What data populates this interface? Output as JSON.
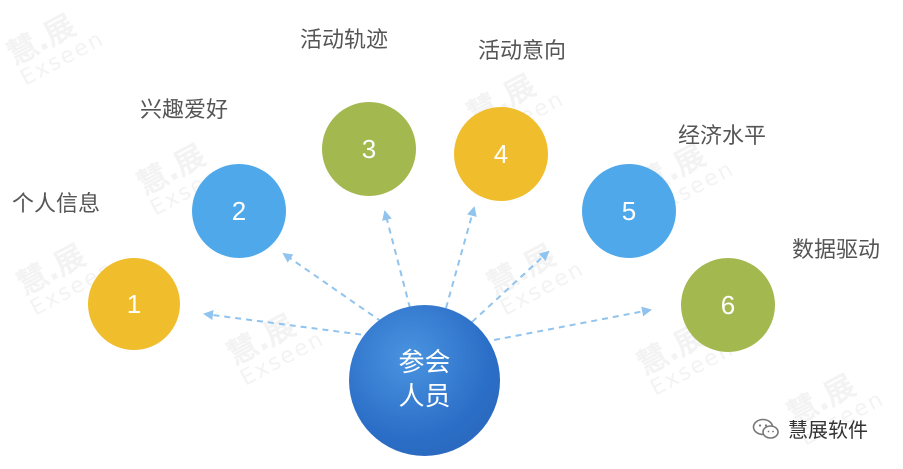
{
  "center": {
    "line1": "参会",
    "line2": "人员"
  },
  "nodes": [
    {
      "number": "1",
      "label": "个人信息",
      "color": "#f0bd2c"
    },
    {
      "number": "2",
      "label": "兴趣爱好",
      "color": "#4fa8ea"
    },
    {
      "number": "3",
      "label": "活动轨迹",
      "color": "#a3b84f"
    },
    {
      "number": "4",
      "label": "活动意向",
      "color": "#f0bd2c"
    },
    {
      "number": "5",
      "label": "经济水平",
      "color": "#4fa8ea"
    },
    {
      "number": "6",
      "label": "数据驱动",
      "color": "#a3b84f"
    }
  ],
  "watermark": {
    "cn": "慧.展",
    "en": "Exseen"
  },
  "brand": {
    "name": "慧展软件",
    "icon": "wechat-icon"
  },
  "colors": {
    "arrow": "#90c4ee",
    "center": "#2b6ec7"
  }
}
